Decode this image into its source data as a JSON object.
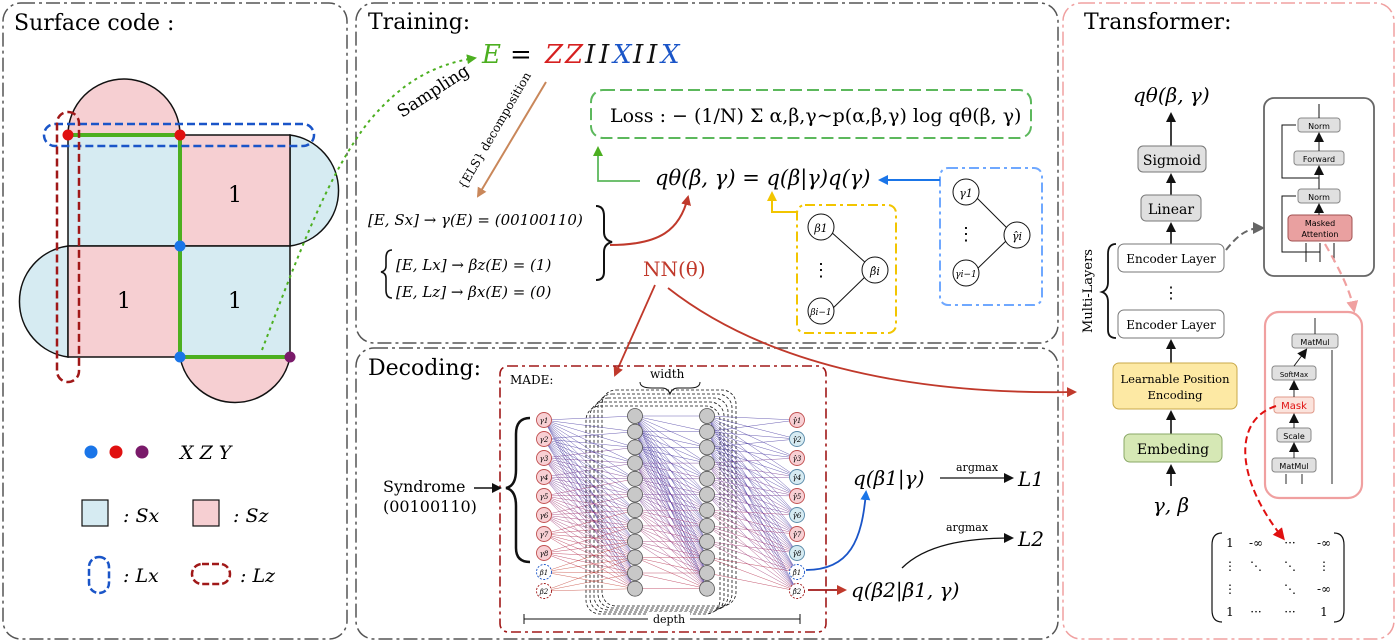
{
  "panels": {
    "surface": {
      "title": "Surface code :"
    },
    "training": {
      "title": "Training:"
    },
    "decoding": {
      "title": "Decoding:"
    },
    "transformer": {
      "title": "Transformer:"
    }
  },
  "surface": {
    "plaquette_labels": [
      "1",
      "1",
      "1"
    ],
    "legend": {
      "dots_text": "X Z Y",
      "sx_text": ": Sx",
      "sz_text": ": Sz",
      "lx_text": ": Lx",
      "lz_text": ": Lz"
    }
  },
  "training": {
    "error_lhs": "E",
    "error_eq": "=",
    "error_paulis": [
      "Z",
      "Z",
      "I",
      "I",
      "X",
      "I",
      "I",
      "X"
    ],
    "sampling_label": "Sampling",
    "decomposition_label": "{ELS} decomposition",
    "loss_text": "Loss : − (1/N) Σ α,β,γ∼p(α,β,γ) log qθ(β, γ)",
    "factorization_text": "qθ(β, γ) = q(β|γ)q(γ)",
    "eq_syndrome": "[E, Sx] → γ(E) = (00100110)",
    "eq_lx": "[E, Lx] → βz(E) = (1)",
    "eq_lz": "[E, Lz] → βx(E) = (0)",
    "nn_label": "NN(θ)",
    "beta_nodes": [
      "β1",
      "⋮",
      "βi−1",
      "β̂i"
    ],
    "gamma_nodes": [
      "γ1",
      "⋮",
      "γi−1",
      "γ̂i"
    ]
  },
  "decoding": {
    "made_label": "MADE:",
    "width_label": "width",
    "depth_label": "depth",
    "syndrome_label": "Syndrome",
    "syndrome_value": "(00100110)",
    "inputs": [
      "γ1",
      "γ2",
      "γ3",
      "γ4",
      "γ5",
      "γ6",
      "γ7",
      "γ8",
      "β1",
      "β2"
    ],
    "outputs": [
      "γ̂1",
      "γ̂2",
      "γ̂3",
      "γ̂4",
      "γ̂5",
      "γ̂6",
      "γ̂7",
      "γ̂8",
      "β̂1",
      "β̂2"
    ],
    "q1_text": "q(β1|γ)",
    "q2_text": "q(β2|β1, γ)",
    "argmax_label": "argmax",
    "l1_text": "L1",
    "l2_text": "L2"
  },
  "transformer": {
    "output_label": "qθ(β, γ)",
    "sigmoid_label": "Sigmoid",
    "linear_label": "Linear",
    "encoder_label": "Encoder Layer",
    "encoder_dots": "⋮",
    "multi_layers_label": "Multi-Layers",
    "position_label_line1": "Learnable Position",
    "position_label_line2": "Encoding",
    "embedding_label": "Embeding",
    "input_label": "γ, β",
    "detail_blocks": [
      "Norm",
      "Forward",
      "Norm",
      "Masked",
      "Attention"
    ],
    "attention_blocks": [
      "MatMul",
      "SoftMax",
      "Mask",
      "Scale",
      "MatMul"
    ],
    "matrix_rows": [
      [
        "1",
        "-∞",
        "···",
        "-∞"
      ],
      [
        "⋮",
        "⋱",
        "⋱",
        "⋮"
      ],
      [
        "⋮",
        "",
        "⋱",
        "-∞"
      ],
      [
        "1",
        "···",
        "···",
        "1"
      ]
    ]
  },
  "colors": {
    "panel_border": "#555555",
    "transformer_border": "#f0a0a0",
    "green": "#4caf20",
    "red": "#d62020",
    "blue": "#1a55c8",
    "purple": "#7a1a6a",
    "sx_fill": "#d6ebf2",
    "sz_fill": "#f6cfd2",
    "nn_red": "#c0392b",
    "loss_border": "#5cb85c",
    "beta_box": "#f2c500",
    "gamma_box": "#6fa8ff",
    "linear_fill": "#e0e0e0",
    "position_fill": "#fde9a4",
    "embedding_fill": "#d6e8b5",
    "masked_fill": "#e9a0a0"
  }
}
